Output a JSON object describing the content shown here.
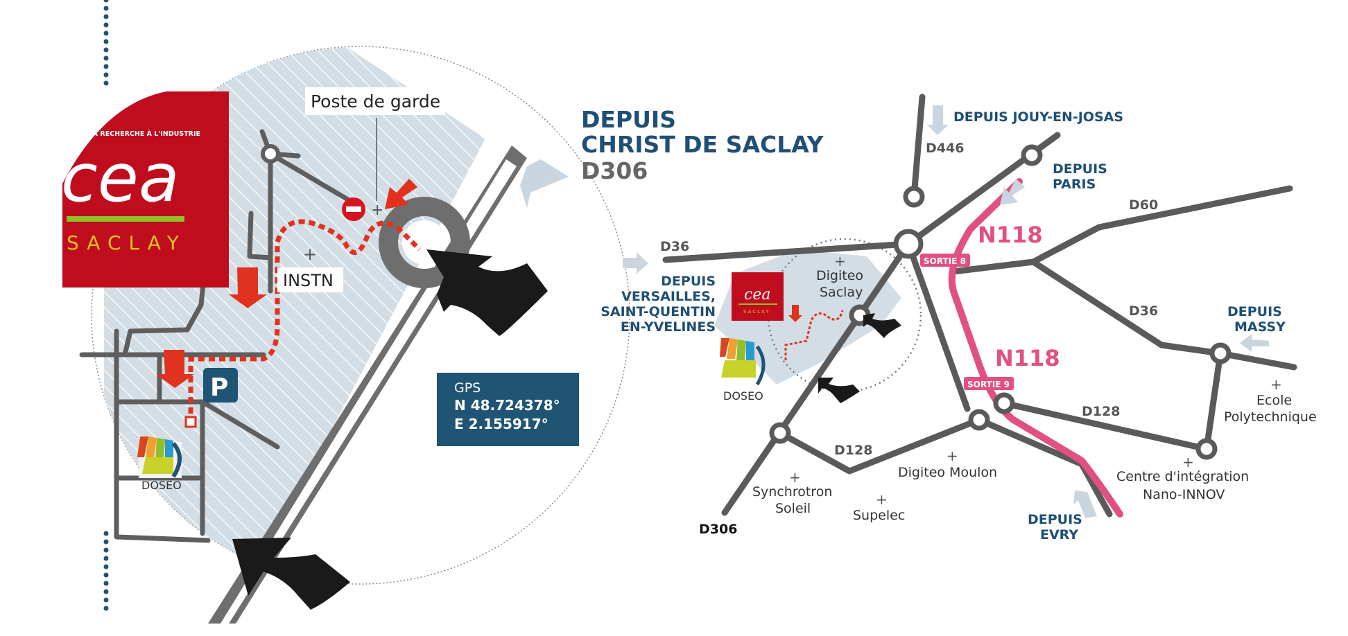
{
  "left_map": {
    "logo": {
      "tagline": "DE LA RECHERCHE À L'INDUSTRIE",
      "brand": "cea",
      "site": "SACLAY"
    },
    "labels": {
      "guard_post": "Poste de garde",
      "instn": "INSTN",
      "parking": "P",
      "doseo": "DOSEO"
    },
    "gps": {
      "title": "GPS",
      "lat": "N 48.724378°",
      "lon": "E 2.155917°"
    },
    "colors": {
      "route": "#e0321e",
      "circle_fill": "#d3dde5",
      "cea_red": "#c8102e"
    }
  },
  "heading": {
    "line1": "DEPUIS",
    "line2": "CHRIST DE SACLAY",
    "road": "D306"
  },
  "right_map": {
    "roads": [
      "D446",
      "D36",
      "D60",
      "D36",
      "D128",
      "D128",
      "D306",
      "N118",
      "N118"
    ],
    "exits": [
      "SORTIE 8",
      "SORTIE 9"
    ],
    "directions": {
      "jouy": "DEPUIS JOUY-EN-JOSAS",
      "paris_1": "DEPUIS",
      "paris_2": "PARIS",
      "versailles_1": "DEPUIS",
      "versailles_2": "VERSAILLES,",
      "versailles_3": "SAINT-QUENTIN",
      "versailles_4": "EN-YVELINES",
      "massy_1": "DEPUIS",
      "massy_2": "MASSY",
      "evry_1": "DEPUIS",
      "evry_2": "EVRY"
    },
    "places": {
      "digiteo_saclay_1": "Digiteo",
      "digiteo_saclay_2": "Saclay",
      "digiteo_moulon": "Digiteo Moulon",
      "synchrotron_1": "Synchrotron",
      "synchrotron_2": "Soleil",
      "supelec": "Supelec",
      "polytechnique_1": "Ecole",
      "polytechnique_2": "Polytechnique",
      "nano_1": "Centre d'intégration",
      "nano_2": "Nano-INNOV",
      "doseo": "DOSEO"
    },
    "colors": {
      "road": "#5a5a5a",
      "n118": "#e2507f",
      "direction_text": "#1f4f75",
      "arrow": "#c9d6df"
    }
  }
}
